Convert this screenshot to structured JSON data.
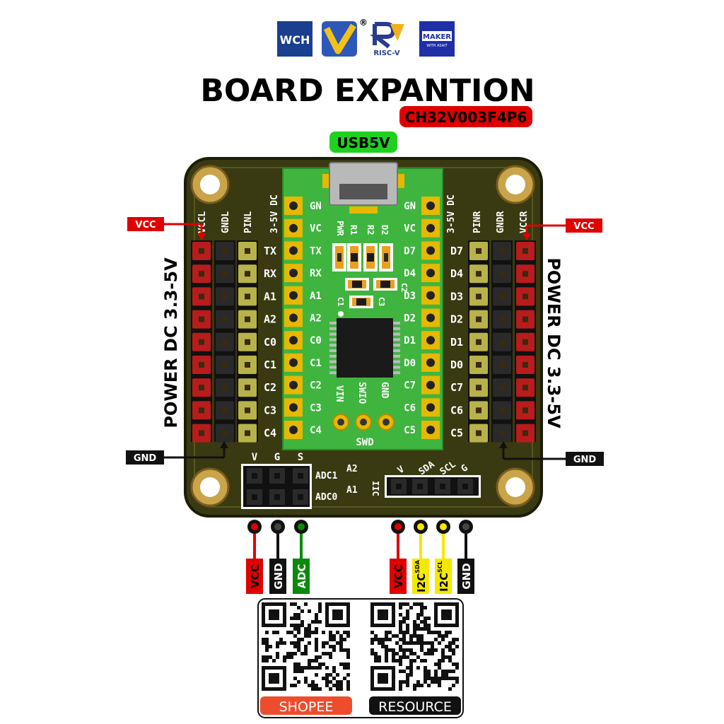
{
  "logos": {
    "wch": "WCH",
    "reg": "®",
    "riscv": "RISC-V",
    "maker": "MAKER",
    "maker_sub": "WITH ASAIT"
  },
  "title": "BOARD EXPANTION",
  "chip": "CH32V003F4P6",
  "usb_label": "USB5V",
  "side_power_label": "POWER DC 3.3-5V",
  "board_power_label": "3-5V DC",
  "callouts": {
    "vcc": "VCC",
    "gnd": "GND"
  },
  "left_header_labels": [
    "VCCL",
    "GNDL",
    "PINL"
  ],
  "right_header_labels": [
    "PINR",
    "GNDR",
    "VCCR"
  ],
  "left_pins": [
    "TX",
    "RX",
    "A1",
    "A2",
    "C0",
    "C1",
    "C2",
    "C3",
    "C4"
  ],
  "right_pins": [
    "D7",
    "D4",
    "D3",
    "D2",
    "D1",
    "D0",
    "C7",
    "C6",
    "C5"
  ],
  "module_left_pins": [
    "GN",
    "VC",
    "TX",
    "RX",
    "A1",
    "A2",
    "C0",
    "C1",
    "C2",
    "C3",
    "C4"
  ],
  "module_right_pins": [
    "GN",
    "VC",
    "D7",
    "D4",
    "D3",
    "D2",
    "D1",
    "D0",
    "C7",
    "C6",
    "C5"
  ],
  "module_labels": {
    "pwr": "PWR",
    "r1": "R1",
    "r2": "R2",
    "d2": "D2",
    "c1": "C1",
    "c2": "C2",
    "c3": "C3",
    "swd": "SWD"
  },
  "swd_pins": [
    "VIN",
    "SWIO",
    "GND"
  ],
  "adc_header": {
    "cols": [
      "V",
      "G",
      "S"
    ],
    "rows": [
      "ADC1",
      "ADC0"
    ],
    "ch": [
      "A2",
      "A1"
    ]
  },
  "iic_header": {
    "label": "IIC",
    "pins": [
      "V",
      "SDA",
      "SCL",
      "G"
    ]
  },
  "bottom_left": [
    {
      "label": "VCC",
      "color": "#e00000",
      "text": "#000000"
    },
    {
      "label": "GND",
      "color": "#111111",
      "text": "#ffffff"
    },
    {
      "label": "ADC",
      "color": "#0a8a0a",
      "text": "#ffffff"
    }
  ],
  "bottom_right": [
    {
      "label": "VCC",
      "sup": "",
      "color": "#e00000",
      "text": "#000000"
    },
    {
      "label": "I2C",
      "sup": "SDA",
      "color": "#f5e800",
      "text": "#000000"
    },
    {
      "label": "I2C",
      "sup": "SCL",
      "color": "#f5e800",
      "text": "#000000"
    },
    {
      "label": "GND",
      "sup": "",
      "color": "#111111",
      "text": "#ffffff"
    }
  ],
  "qr": {
    "left_label": "SHOPEE",
    "right_label": "RESOURCE"
  },
  "colors": {
    "board": "#3a3a12",
    "module": "#3fb53f",
    "vcc_red": "#d90000",
    "pin_yellow": "#b8b24a",
    "chip_red": "#e00000",
    "usb_green": "#1fd11f",
    "shopee": "#ee4d2d"
  }
}
